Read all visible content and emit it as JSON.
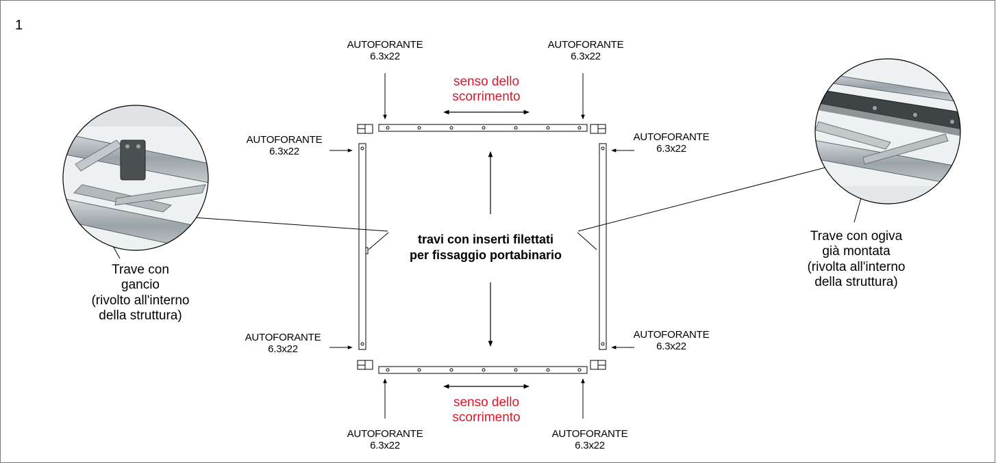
{
  "step_number": "1",
  "screw_label": {
    "name": "AUTOFORANTE",
    "size": "6.3x22"
  },
  "sliding_direction": {
    "line1": "senso dello",
    "line2": "scorrimento"
  },
  "center_note": {
    "line1": "travi con inserti filettati",
    "line2": "per fissaggio portabinario"
  },
  "left_callout": {
    "lines": [
      "Trave con",
      "gancio",
      "(rivolto all'interno",
      "della struttura)"
    ]
  },
  "right_callout": {
    "lines": [
      "Trave con ogiva",
      "già montata",
      "(rivolta all'interno",
      "della struttura)"
    ]
  },
  "colors": {
    "accent_red": "#d7192a",
    "line": "#000000",
    "metal": "#a9b0b4"
  }
}
